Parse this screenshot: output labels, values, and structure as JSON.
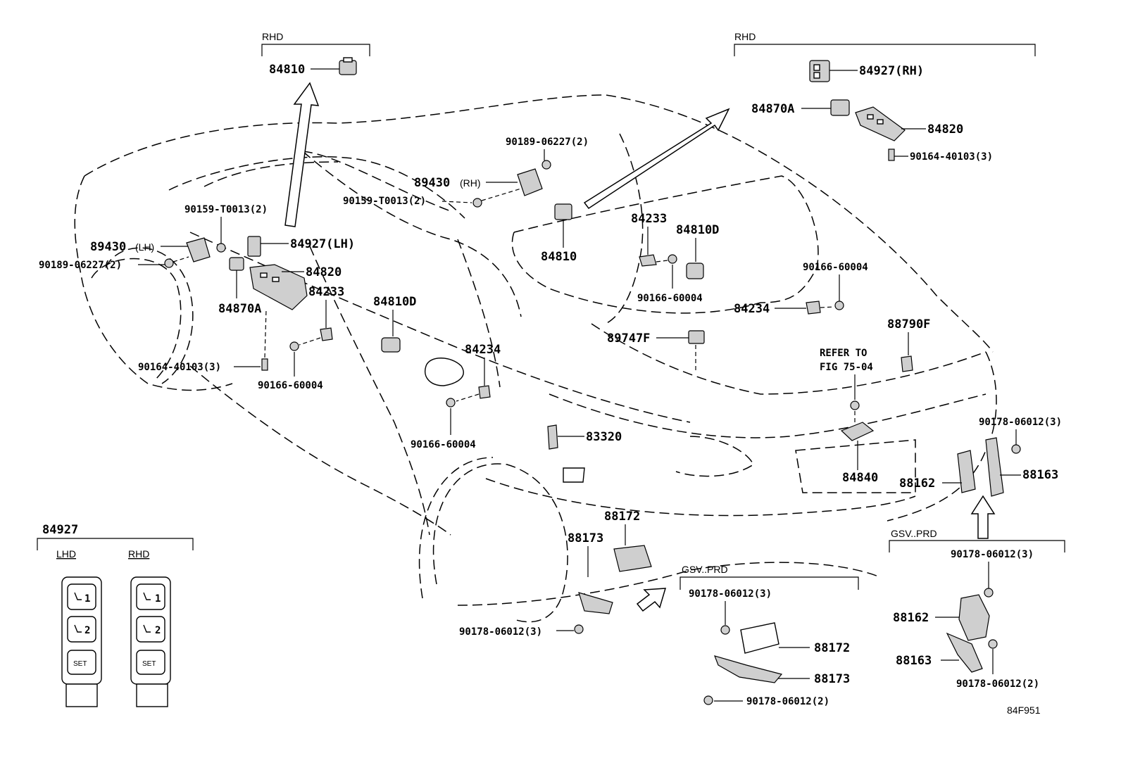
{
  "headers": {
    "rhd_left": "RHD",
    "rhd_right": "RHD",
    "gsv_prd_mid": "GSV..PRD",
    "gsv_prd_right": "GSV..PRD",
    "inset_title": "84927",
    "lhd": "LHD",
    "rhd_inset": "RHD",
    "refer_to_1": "REFER TO",
    "refer_to_2": "FIG 75-04"
  },
  "labels": {
    "p84810_top": "84810",
    "p84927_rh": "84927(RH)",
    "p84870a_top": "84870A",
    "p84820_top": "84820",
    "p90164_top": "90164-40103(3)",
    "p90189_rh": "90189-06227(2)",
    "p89430_rh": "89430",
    "p89430_rh_suffix": "(RH)",
    "p90159_rh": "90159-T0013(2)",
    "p84810_mid": "84810",
    "p84233_right": "84233",
    "p84810d_right": "84810D",
    "p90166_right_a": "90166-60004",
    "p90166_right_b": "90166-60004",
    "p84234_right": "84234",
    "p89747f": "89747F",
    "p88790f": "88790F",
    "p90159_lh": "90159-T0013(2)",
    "p89430_lh": "89430",
    "p89430_lh_suffix": "(LH)",
    "p84927_lh": "84927(LH)",
    "p90189_lh": "90189-06227(2)",
    "p84820_left": "84820",
    "p84870a_left": "84870A",
    "p84233_left": "84233",
    "p84810d_left": "84810D",
    "p90164_left": "90164-40103(3)",
    "p90166_left": "90166-60004",
    "p84234_left": "84234",
    "p90166_lower": "90166-60004",
    "p83320": "83320",
    "p84840": "84840",
    "p90178_rear_top": "90178-06012(3)",
    "p88162_rear": "88162",
    "p88163_rear": "88163",
    "p88172_car": "88172",
    "p88173_car": "88173",
    "p90178_car": "90178-06012(3)",
    "p90178_mid_top": "90178-06012(3)",
    "p88172_mid": "88172",
    "p88173_mid": "88173",
    "p90178_mid_bottom": "90178-06012(2)",
    "p90178_right_top": "90178-06012(3)",
    "p88162_right": "88162",
    "p88163_right": "88163",
    "p90178_right_bottom": "90178-06012(2)",
    "figure_code": "84F951"
  },
  "switch_buttons": {
    "memory1": "1",
    "memory2": "2",
    "set": "SET"
  }
}
